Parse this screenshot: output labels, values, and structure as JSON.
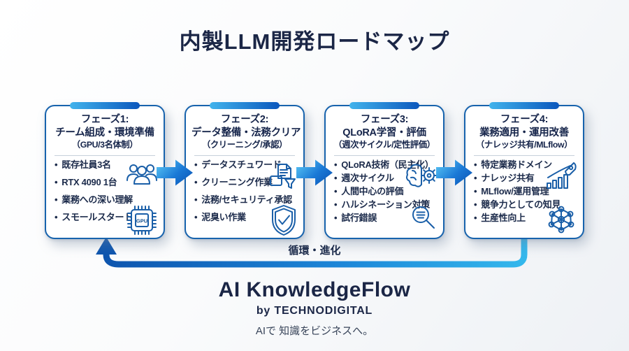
{
  "title": "内製LLM開発ロードマップ",
  "phases": [
    {
      "heading_line1": "フェーズ1:",
      "heading_line2": "チーム組成・環境準備",
      "heading_line3": "（GPU/3名体制）",
      "bullets": [
        "既存社員3名",
        "RTX 4090 1台",
        "業務への深い理解",
        "スモールスタート"
      ],
      "icons": [
        "team-icon",
        "gpu-chip-icon"
      ],
      "gpu_label": "GPU"
    },
    {
      "heading_line1": "フェーズ2:",
      "heading_line2": "データ整備・法務クリア",
      "heading_line3": "（クリーニング/承認）",
      "bullets": [
        "データスチュワード",
        "クリーニング作業",
        "法務/セキュリティ承認",
        "泥臭い作業"
      ],
      "icons": [
        "data-documents-icon",
        "shield-check-icon"
      ]
    },
    {
      "heading_line1": "フェーズ3:",
      "heading_line2": "QLoRA学習・評価",
      "heading_line3": "（週次サイクル/定性評価）",
      "bullets": [
        "QLoRA技術（民主化）",
        "週次サイクル",
        "人間中心の評価",
        "ハルシネーション対策",
        "試行錯誤"
      ],
      "icons": [
        "brain-gear-icon",
        "magnifier-icon"
      ]
    },
    {
      "heading_line1": "フェーズ4:",
      "heading_line2": "業務適用・運用改善",
      "heading_line3": "（ナレッジ共有/MLflow）",
      "bullets": [
        "特定業務ドメイン",
        "ナレッジ共有",
        "MLflow/運用管理",
        "競争力としての知見",
        "生産性向上"
      ],
      "icons": [
        "rocket-growth-icon",
        "network-graph-icon"
      ]
    }
  ],
  "loop_label": "循環・進化",
  "branding": {
    "product": "AI KnowledgeFlow",
    "byline": "by TECHNODIGITAL",
    "tagline": "AIで 知識をビジネスへ。"
  },
  "colors": {
    "accent_dark_blue": "#0b57bd",
    "accent_light_blue": "#41b3ec",
    "card_border": "#1763ad",
    "navy_text": "#1b2646"
  }
}
